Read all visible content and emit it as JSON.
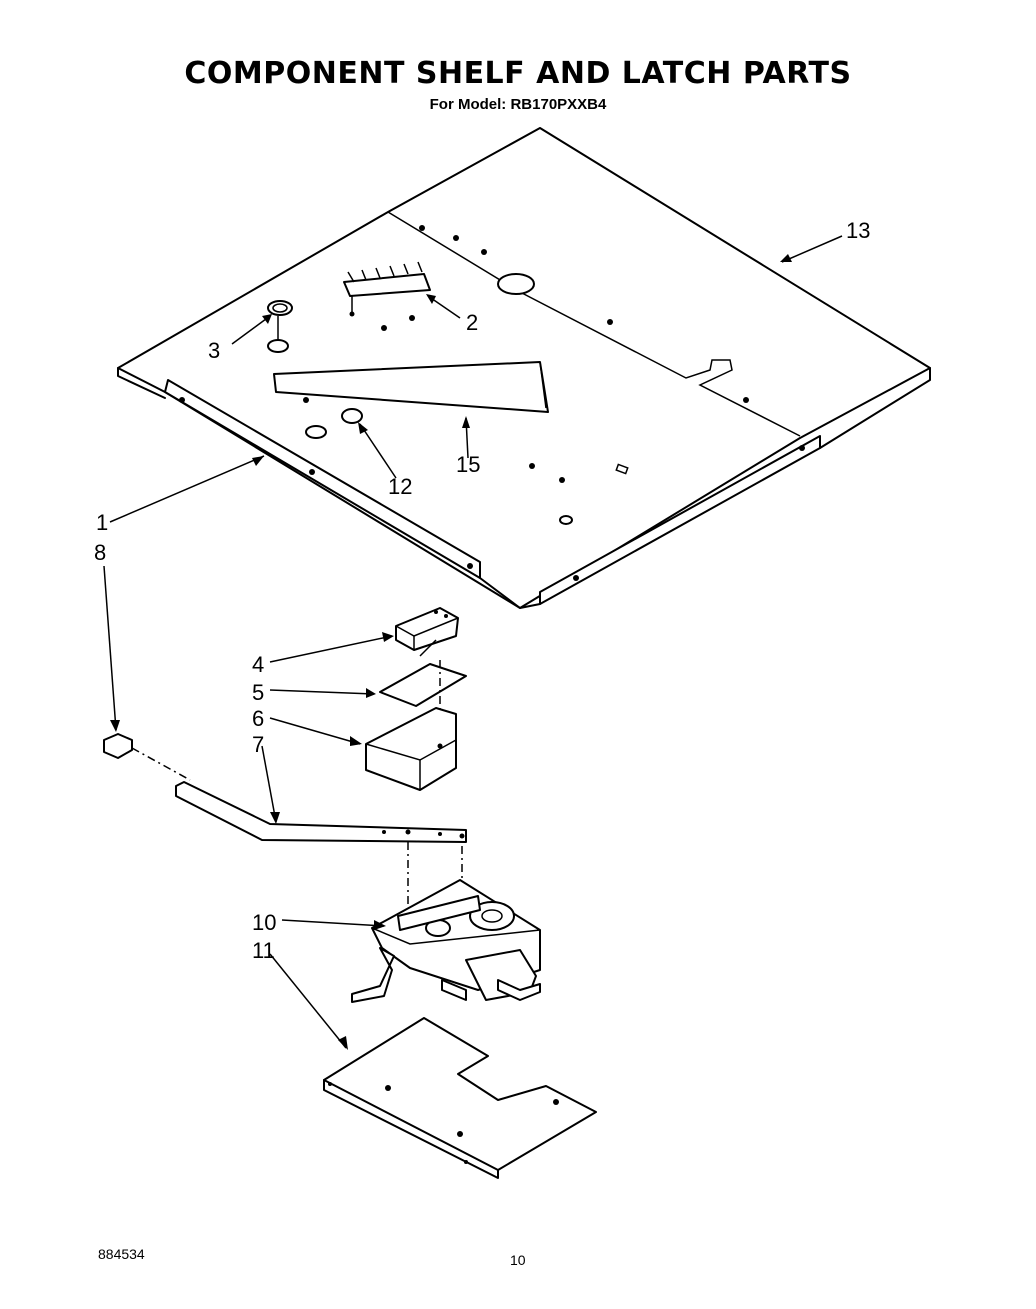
{
  "header": {
    "title": "COMPONENT SHELF AND LATCH PARTS",
    "model_line": "For Model: RB170PXXB4"
  },
  "callouts": {
    "c1": "1",
    "c2": "2",
    "c3": "3",
    "c4": "4",
    "c5": "5",
    "c6": "6",
    "c7": "7",
    "c8": "8",
    "c10": "10",
    "c11": "11",
    "c12": "12",
    "c13": "13",
    "c15": "15"
  },
  "footer": {
    "doc_number": "884534",
    "page_number": "10"
  }
}
